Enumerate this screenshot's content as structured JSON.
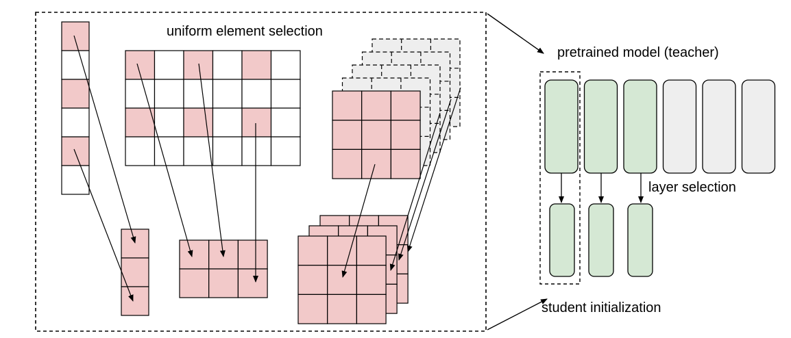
{
  "labels": {
    "uniform_selection": "uniform element selection",
    "teacher": "pretrained model (teacher)",
    "layer_selection": "layer selection",
    "student": "student initialization"
  },
  "colors": {
    "selected": "#f2c9c9",
    "unselected": "#ffffff",
    "student_layer": "#d5e8d4",
    "unused_layer": "#eeeeee",
    "stroke": "#000000"
  },
  "teacher_layers": [
    {
      "selected": true
    },
    {
      "selected": true
    },
    {
      "selected": true
    },
    {
      "selected": false
    },
    {
      "selected": false
    },
    {
      "selected": false
    }
  ],
  "student_layer_count": 3
}
